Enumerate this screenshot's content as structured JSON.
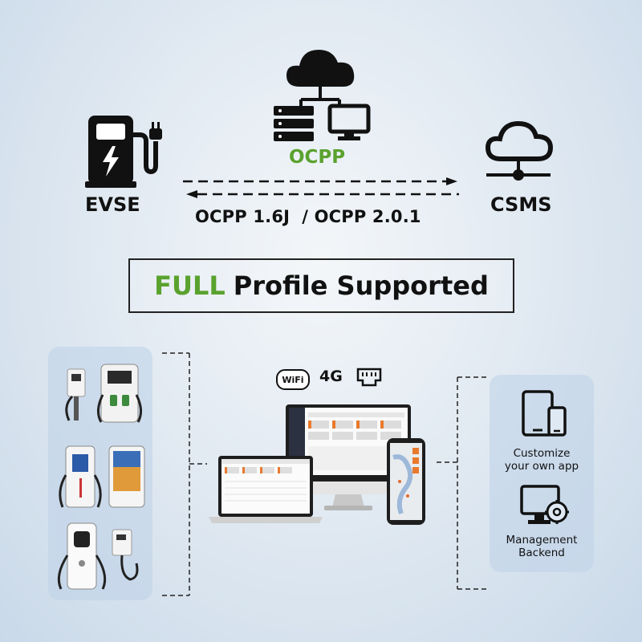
{
  "nodes": {
    "evse": "EVSE",
    "csms": "CSMS",
    "protocol": "OCPP",
    "versions": "OCPP 1.6J  / OCPP 2.0.1"
  },
  "headline": {
    "highlight": "FULL",
    "rest": "Profile Supported"
  },
  "connectivity": {
    "wifi": "WiFi",
    "cellular": "4G"
  },
  "features": [
    {
      "label": "Customize your own app",
      "icon": "mobile-devices-icon"
    },
    {
      "label": "Management Backend",
      "icon": "monitor-gear-icon"
    }
  ],
  "colors": {
    "accent_green": "#5aa22e",
    "text": "#111111",
    "panel": "#c4d6ea"
  }
}
